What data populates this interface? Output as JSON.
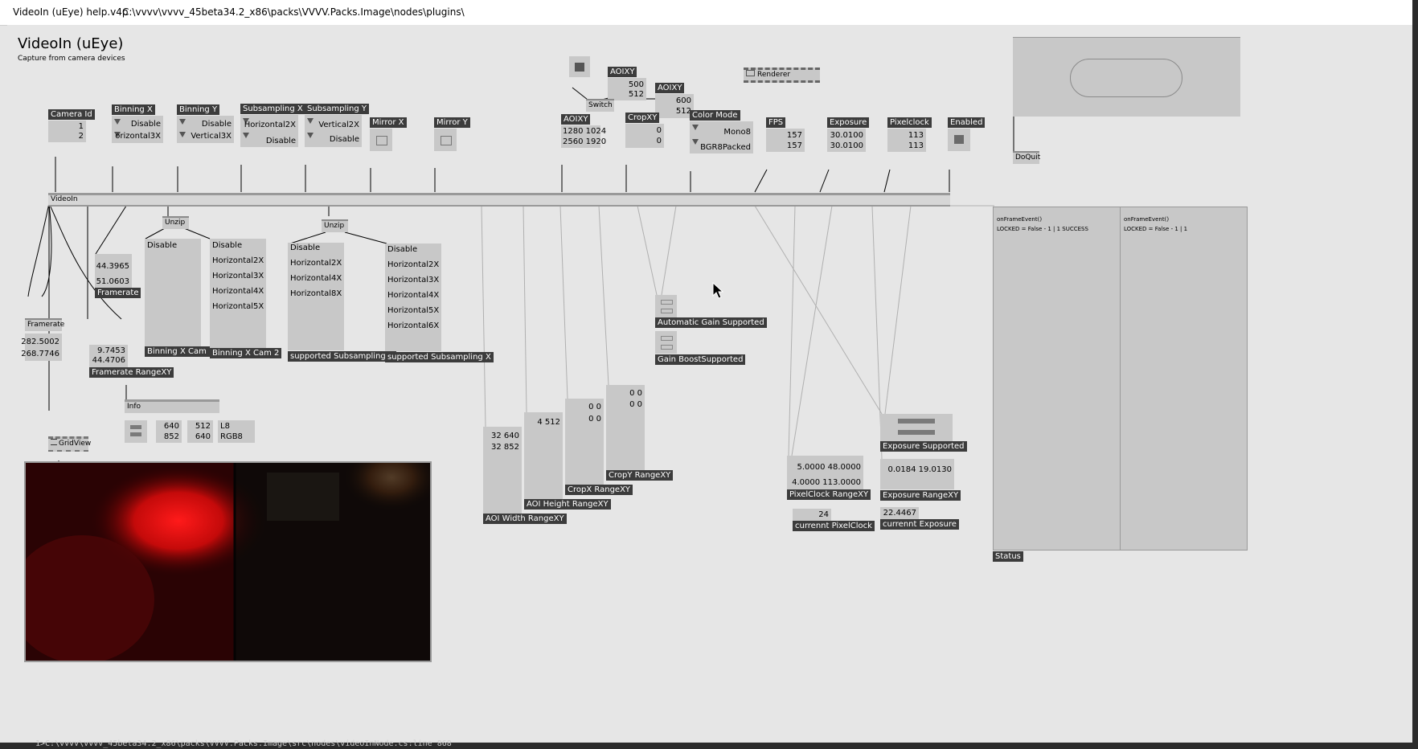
{
  "window": {
    "file": "VideoIn (uEye) help.v4p",
    "path": "C:\\vvvv\\vvvv_45beta34.2_x86\\packs\\VVVV.Packs.Image\\nodes\\plugins\\"
  },
  "header": {
    "title": "VideoIn (uEye)",
    "subtitle": "Capture from camera devices"
  },
  "top": {
    "aoixy1_label": "AOIXY",
    "aoixy1_v1": "500",
    "aoixy1_v2": "512",
    "aoixy2_label": "AOIXY",
    "aoixy2_v1": "600",
    "aoixy2_v2": "512",
    "switch_label": "Switch",
    "renderer_label": "Renderer",
    "doquit_label": "DoQuit"
  },
  "inputs": {
    "camera_id": {
      "label": "Camera Id",
      "v1": "1",
      "v2": "2"
    },
    "binning_x": {
      "label": "Binning X",
      "v1": "Disable",
      "v2": "orizontal3X"
    },
    "binning_y": {
      "label": "Binning Y",
      "v1": "Disable",
      "v2": "Vertical3X"
    },
    "subsampling_x": {
      "label": "Subsampling X",
      "v1": "Horizontal2X",
      "v2": "Disable"
    },
    "subsampling_y": {
      "label": "Subsampling Y",
      "v1": "Vertical2X",
      "v2": "Disable"
    },
    "mirror_x": {
      "label": "Mirror X"
    },
    "mirror_y": {
      "label": "Mirror Y"
    },
    "aoixy": {
      "label": "AOIXY",
      "r1": "1280 1024",
      "r2": "2560 1920"
    },
    "cropxy": {
      "label": "CropXY",
      "v1": "0",
      "v2": "0"
    },
    "color_mode": {
      "label": "Color Mode",
      "v1": "Mono8",
      "v2": "BGR8Packed"
    },
    "fps": {
      "label": "FPS",
      "v1": "157",
      "v2": "157"
    },
    "exposure": {
      "label": "Exposure",
      "v1": "30.0100",
      "v2": "30.0100"
    },
    "pixelclock": {
      "label": "Pixelclock",
      "v1": "113",
      "v2": "113"
    },
    "enabled": {
      "label": "Enabled"
    }
  },
  "main_node": {
    "label": "VideoIn"
  },
  "outputs": {
    "unzip1": "Unzip",
    "unzip2": "Unzip",
    "framerate_out": {
      "v1": "44.3965",
      "v2": "51.0603",
      "label": "Framerate"
    },
    "framerate_node": {
      "label": "Framerate",
      "v1": "282.5002",
      "v2": "268.7746"
    },
    "framerate_range": {
      "v1": "9.7453",
      "v2": "44.4706",
      "label": "Framerate RangeXY"
    },
    "binning_x_cam1": {
      "items": [
        "Disable"
      ],
      "label": "Binning X Cam 1"
    },
    "binning_x_cam2": {
      "items": [
        "Disable",
        "Horizontal2X",
        "Horizontal3X",
        "Horizontal4X",
        "Horizontal5X"
      ],
      "label": "Binning X Cam 2"
    },
    "supported_subsampling_1": {
      "items": [
        "Disable",
        "Horizontal2X",
        "Horizontal4X",
        "Horizontal8X"
      ],
      "label": "supported  Subsampling X"
    },
    "supported_subsampling_2": {
      "items": [
        "Disable",
        "Horizontal2X",
        "Horizontal3X",
        "Horizontal4X",
        "Horizontal5X",
        "Horizontal6X"
      ],
      "label": "supported  Subsampling X"
    },
    "info": {
      "label": "Info",
      "w1": "640",
      "w2": "852",
      "h1": "512",
      "h2": "640",
      "f1": "L8",
      "f2": "RGB8"
    },
    "gridview": {
      "label": "GridView"
    },
    "auto_gain": {
      "label": "Automatic Gain Supported"
    },
    "gain_boost": {
      "label": "Gain BoostSupported"
    },
    "aoi_width": {
      "r1": "32   640",
      "r2": "32   852",
      "label": "AOI Width RangeXY"
    },
    "aoi_height": {
      "r1": "4   512",
      "label": "AOI Height RangeXY"
    },
    "cropx": {
      "r1": "0       0",
      "r2": "0       0",
      "label": "CropX RangeXY"
    },
    "cropy": {
      "r1": "0       0",
      "r2": "0       0",
      "label": "CropY RangeXY"
    },
    "pixelclock_range": {
      "r1": "5.0000     48.0000",
      "r2": "4.0000   113.0000",
      "label": "PixelClock RangeXY"
    },
    "current_pixelclock": {
      "v": "24",
      "label": "currennt PixelClock"
    },
    "exposure_supported": {
      "label": "Exposure Supported"
    },
    "exposure_range": {
      "r1": "0.0184     19.0130",
      "label": "Exposure RangeXY"
    },
    "current_exposure": {
      "v": "22.4467",
      "label": "currennt Exposure"
    }
  },
  "status": {
    "label": "Status",
    "col1_l1": "onFrameEvent()",
    "col1_l2": "LOCKED = False - 1 | 1 SUCCESS",
    "col2_l1": "onFrameEvent()",
    "col2_l2": "LOCKED = False - 1 | 1"
  },
  "debug_line": "1>C:\\vvvv\\vvvv_45beta34.2_x86\\packs\\VVVV.Packs.Image\\src\\nodes\\videoInNode.cs:line 868",
  "colors": {
    "patch_bg": "#e6e6e6",
    "iobox": "#c8c8c8",
    "label_bg": "#3c3c3c"
  }
}
